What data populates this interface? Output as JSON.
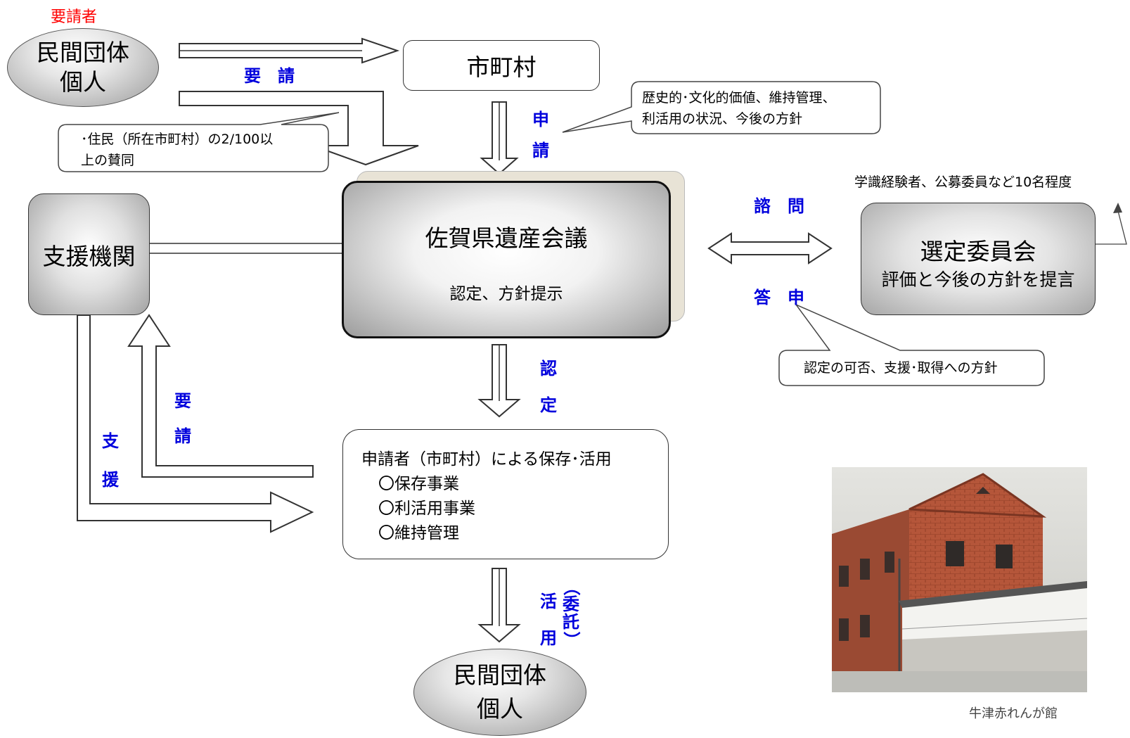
{
  "requester_label": "要請者",
  "top_group": {
    "line1": "民間団体",
    "line2": "個人"
  },
  "municipality": "市町村",
  "request_top_label": "要　請",
  "application_label": [
    "申",
    "請"
  ],
  "application_note": {
    "line1": "歴史的･文化的価値、維持管理、",
    "line2": "利活用の状況、今後の方針"
  },
  "residents_note": {
    "line1": "･住民（所在市町村）の2/100以",
    "line2": "上の賛同"
  },
  "council": {
    "title": "佐賀県遺産会議",
    "subtitle": "認定、方針提示"
  },
  "support_org": "支援機関",
  "consult_label": "諮　問",
  "answer_label": "答　申",
  "committee": {
    "title": "選定委員会",
    "subtitle": "評価と今後の方針を提言"
  },
  "committee_note": "学識経験者、公募委員など10名程度",
  "answer_note": "認定の可否、支援･取得への方針",
  "certify_label": [
    "認",
    "定"
  ],
  "request_left_label": [
    "要",
    "請"
  ],
  "support_label": [
    "支",
    "援"
  ],
  "applicant": {
    "title": "申請者（市町村）による保存･活用",
    "items": [
      "〇保存事業",
      "〇利活用事業",
      "〇維持管理"
    ]
  },
  "utilize_label": [
    "活",
    "用"
  ],
  "entrust_label": [
    "（",
    "委",
    "託",
    "）"
  ],
  "bottom_group": {
    "line1": "民間団体",
    "line2": "個人"
  },
  "photo_caption": "牛津赤れんが館"
}
